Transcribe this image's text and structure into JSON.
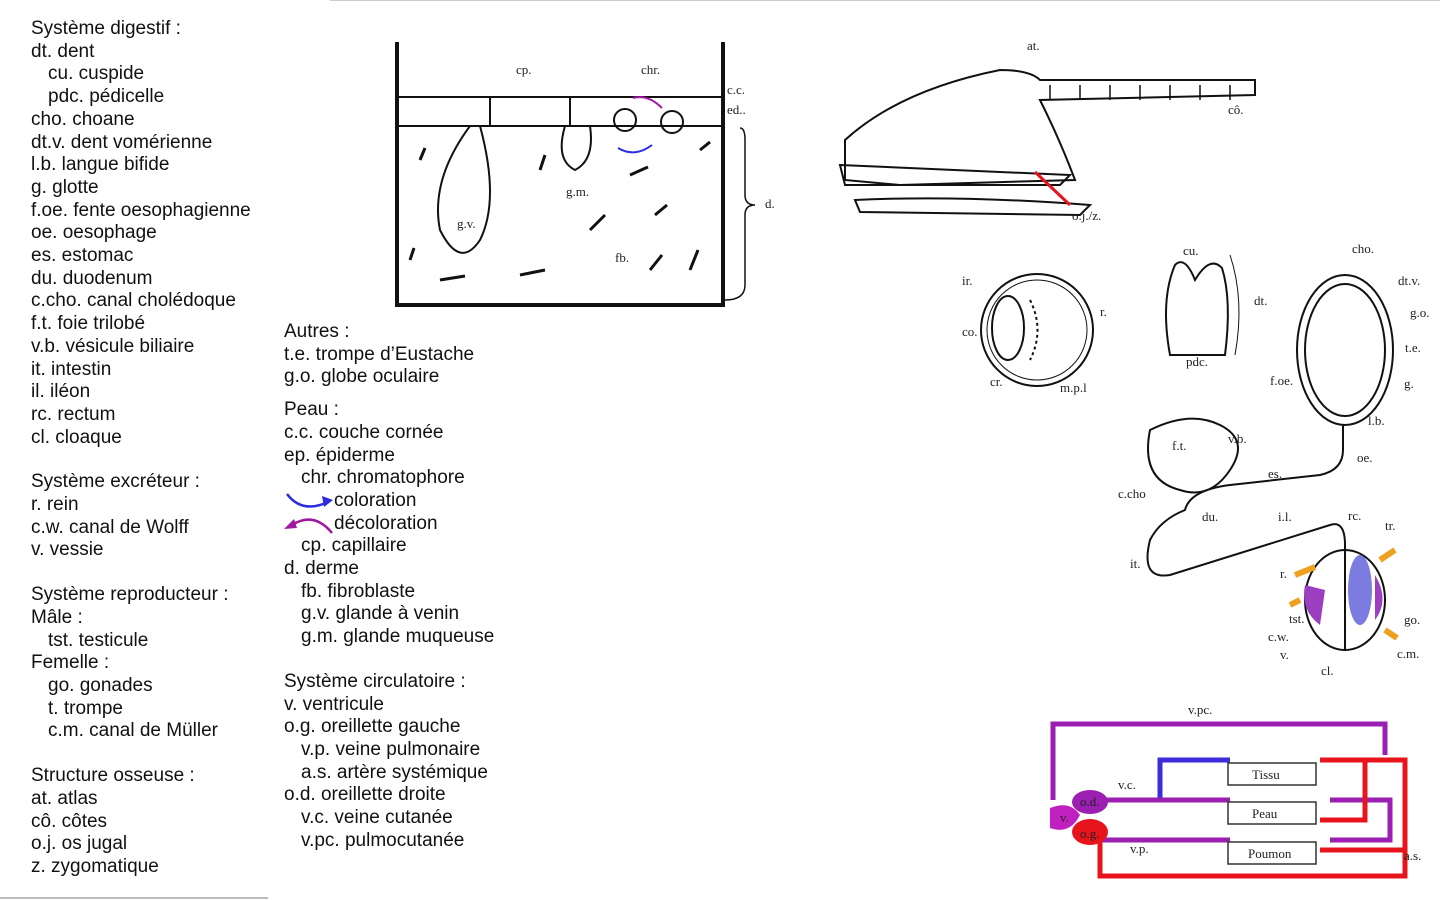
{
  "left": {
    "digestif_title": "Système digestif :",
    "digestif": [
      "dt. dent",
      "cu. cuspide",
      "pdc. pédicelle",
      "cho. choane",
      "dt.v. dent vomérienne",
      "l.b. langue bifide",
      "g. glotte",
      "f.oe. fente oesophagienne",
      "oe. oesophage",
      "es. estomac",
      "du. duodenum",
      "c.cho. canal cholédoque",
      "f.t. foie trilobé",
      "v.b. vésicule biliaire",
      "it. intestin",
      "il. iléon",
      "rc. rectum",
      "cl. cloaque"
    ],
    "excreteur_title": "Système excréteur :",
    "excreteur": [
      "r. rein",
      "c.w. canal de Wolff",
      "v. vessie"
    ],
    "repro_title": "Système reproducteur :",
    "male": "Mâle :",
    "male_items": [
      "tst. testicule"
    ],
    "femelle": "Femelle :",
    "femelle_items": [
      "go. gonades",
      "t. trompe",
      "c.m. canal de Müller"
    ],
    "osseuse_title": "Structure osseuse :",
    "osseuse": [
      "at. atlas",
      "cô. côtes",
      "o.j. os jugal",
      "z. zygomatique"
    ]
  },
  "middle": {
    "autres_title": "Autres :",
    "autres": [
      "t.e. trompe d’Eustache",
      "g.o. globe oculaire"
    ],
    "peau_title": "Peau :",
    "peau": [
      "c.c. couche cornée",
      "ep. épiderme",
      "chr. chromatophore",
      "coloration",
      "décoloration",
      "cp. capillaire",
      "d. derme",
      "fb. fibroblaste",
      "g.v. glande à venin",
      "g.m. glande muqueuse"
    ],
    "circ_title": "Système circulatoire :",
    "circ": [
      "v. ventricule",
      "o.g. oreillette gauche",
      "v.p. veine pulmonaire",
      "a.s. artère systémique",
      "o.d. oreillette droite",
      "v.c. veine cutanée",
      "v.pc. pulmocutanée"
    ]
  },
  "diagrams": {
    "skin": [
      "cp.",
      "chr.",
      "c.c.",
      "ed..",
      "d.",
      "g.m.",
      "g.v.",
      "fb."
    ],
    "skull": [
      "at.",
      "cô.",
      "o.j./z."
    ],
    "eye": [
      "ir.",
      "co.",
      "cr.",
      "m.p.l",
      "r."
    ],
    "tooth": [
      "cu.",
      "pdc.",
      "dt."
    ],
    "head": [
      "cho.",
      "dt.v.",
      "g.o.",
      "t.e.",
      "g.",
      "l.b.",
      "f.oe."
    ],
    "tract": [
      "f.t.",
      "v.b.",
      "es.",
      "oe.",
      "c.cho",
      "du.",
      "i.l.",
      "it.",
      "rc.",
      "tr.",
      "r.",
      "tst.",
      "go.",
      "c.w.",
      "v.",
      "c.m.",
      "cl."
    ],
    "circ": [
      "v.pc.",
      "v.c.",
      "o.d.",
      "v.",
      "o.g.",
      "v.p.",
      "Tissu",
      "Peau",
      "Poumon",
      "a.s."
    ]
  },
  "colors": {
    "coloration": "#2b2bdf",
    "decoloration": "#a0189f",
    "red": "#e8141c",
    "purple": "#9b1fb0",
    "blue": "#3b2bd8",
    "orange": "#f0a020"
  }
}
